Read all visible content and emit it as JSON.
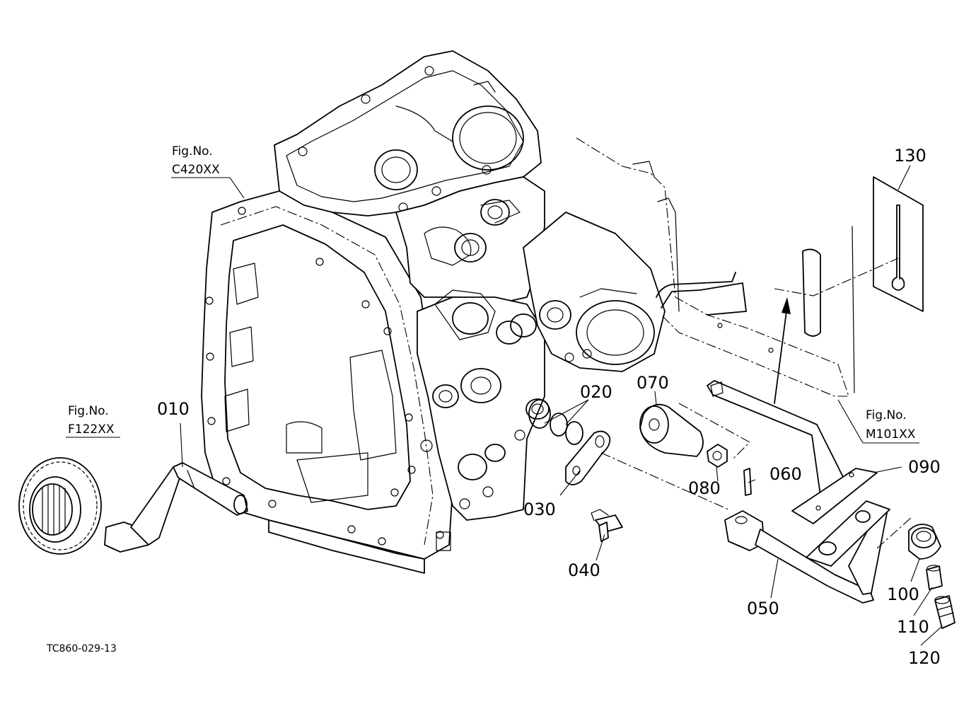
{
  "diagram_code": "TC860-029-13",
  "figure_refs": [
    {
      "id": "c420",
      "line1": "Fig.No.",
      "line2": "C420XX"
    },
    {
      "id": "f122",
      "line1": "Fig.No.",
      "line2": "F122XX"
    },
    {
      "id": "m101",
      "line1": "Fig.No.",
      "line2": "M101XX"
    }
  ],
  "parts": [
    "010",
    "020",
    "030",
    "040",
    "050",
    "060",
    "070",
    "080",
    "090",
    "100",
    "110",
    "120",
    "130"
  ]
}
